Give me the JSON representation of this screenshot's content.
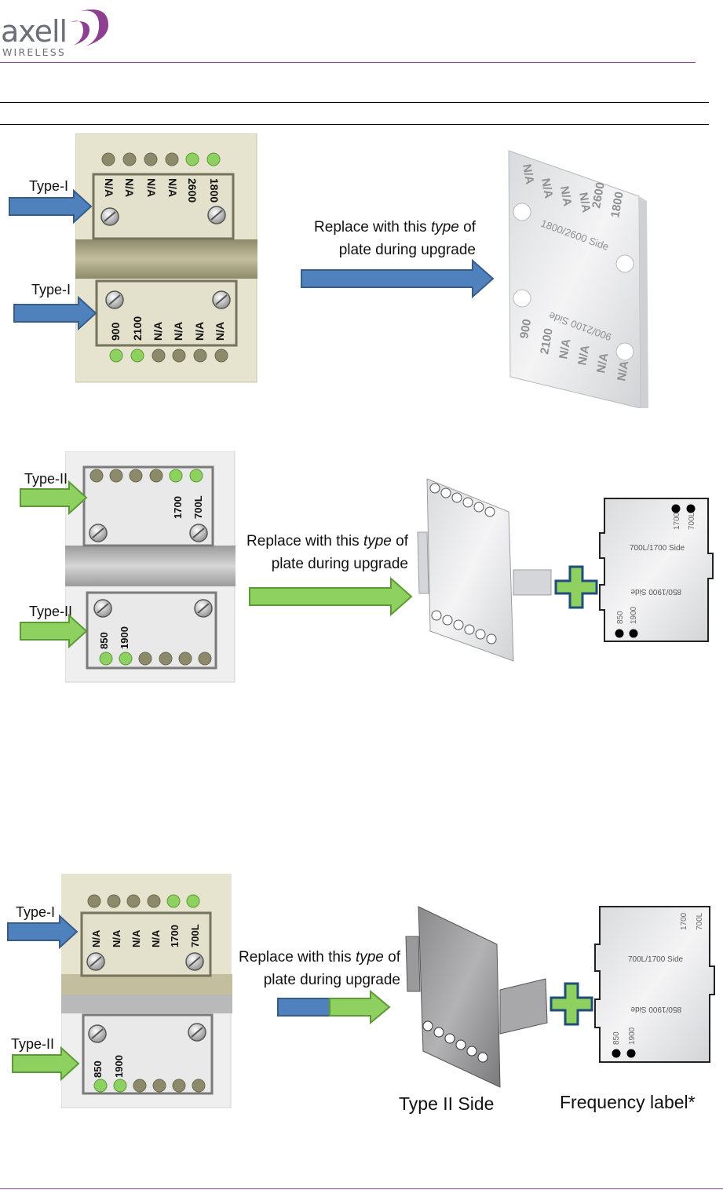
{
  "header": {
    "logo_word": "axell",
    "logo_sub": "WIRELESS"
  },
  "colors": {
    "brand_purple": "#8e3f92",
    "type1_arrow": "#4f81bd",
    "type2_arrow": "#8ed160",
    "plate_beige": "#e6e3ce",
    "plate_gray": "#e6e6e6"
  },
  "figure1": {
    "top_label": "Type-I",
    "bottom_label": "Type-I",
    "top_bands": [
      "N/A",
      "N/A",
      "N/A",
      "N/A",
      "2600",
      "1800"
    ],
    "bottom_bands": [
      "900",
      "2100",
      "N/A",
      "N/A",
      "N/A",
      "N/A"
    ],
    "caption_before": "Replace with this ",
    "caption_italic": "type",
    "caption_after": " of",
    "caption_line2": "plate during upgrade",
    "new_plate_top_bands": [
      "N/A",
      "N/A",
      "N/A",
      "N/A",
      "2600",
      "1800"
    ],
    "new_plate_top_side": "1800/2600 Side",
    "new_plate_bottom_side": "900/2100 Side",
    "new_plate_bottom_bands": [
      "900",
      "2100",
      "N/A",
      "N/A",
      "N/A",
      "N/A"
    ]
  },
  "figure2": {
    "top_label": "Type-II",
    "bottom_label": "Type-II",
    "top_bands": [
      "1700",
      "700L"
    ],
    "bottom_bands": [
      "850",
      "1900"
    ],
    "caption_before": "Replace with this ",
    "caption_italic": "type",
    "caption_after": " of",
    "caption_line2": "plate during upgrade",
    "label_top_bands": [
      "1700",
      "700L"
    ],
    "label_top_side": "700L/1700 Side",
    "label_bottom_side": "850/1900 Side",
    "label_bottom_bands": [
      "850",
      "1900"
    ]
  },
  "figure3": {
    "top_label": "Type-I",
    "bottom_label": "Type-II",
    "top_bands": [
      "N/A",
      "N/A",
      "N/A",
      "N/A",
      "1700",
      "700L"
    ],
    "bottom_bands": [
      "850",
      "1900"
    ],
    "caption_before": "Replace with this ",
    "caption_italic": "type",
    "caption_after": " of",
    "caption_line2": "plate during upgrade",
    "label_top_bands": [
      "1700",
      "700L"
    ],
    "label_top_side": "700L/1700 Side",
    "label_bottom_side": "850/1900 Side",
    "label_bottom_bands": [
      "850",
      "1900"
    ],
    "plate_caption": "Type II Side",
    "label_caption": "Frequency label*"
  }
}
